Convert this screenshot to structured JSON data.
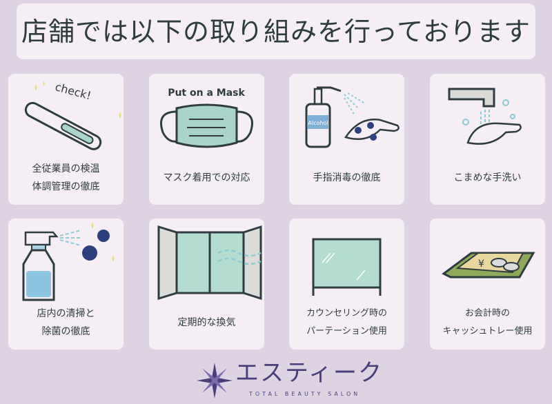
{
  "title": "店舗では以下の取り組みを行っております",
  "cards": [
    {
      "icon": "thermometer-icon",
      "caption_text": "check!",
      "lines": [
        "全従業員の検温",
        "体調管理の徹底"
      ]
    },
    {
      "icon": "mask-icon",
      "caption_text": "Put on a Mask",
      "lines": [
        "マスク着用での対応"
      ]
    },
    {
      "icon": "alcohol-sanitizer-icon",
      "caption_text": "Alcohol",
      "lines": [
        "手指消毒の徹底"
      ]
    },
    {
      "icon": "hand-washing-icon",
      "lines": [
        "こまめな手洗い"
      ]
    },
    {
      "icon": "spray-bottle-icon",
      "lines": [
        "店内の清掃と",
        "除菌の徹底"
      ]
    },
    {
      "icon": "window-ventilation-icon",
      "lines": [
        "定期的な換気"
      ]
    },
    {
      "icon": "partition-icon",
      "lines": [
        "カウンセリング時の",
        "パーテーション使用"
      ]
    },
    {
      "icon": "cash-tray-icon",
      "caption_text": "¥",
      "lines": [
        "お会計時の",
        "キャッシュトレー使用"
      ]
    }
  ],
  "logo": {
    "name": "エスティーク",
    "tagline": "TOTAL BEAUTY SALON"
  },
  "colors": {
    "background": "#ddd3e3",
    "card": "#f5eff5",
    "text": "#2e3b40",
    "brand": "#4a3d7c",
    "accent": "#a9d4c9"
  }
}
